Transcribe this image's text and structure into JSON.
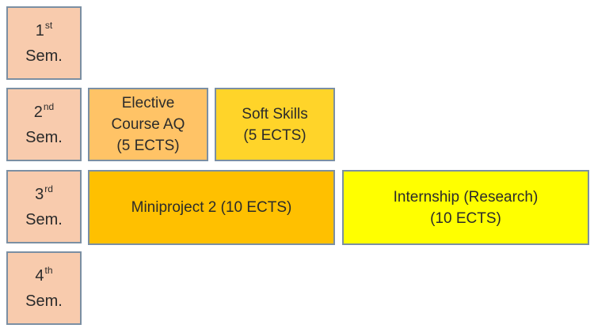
{
  "semesters": [
    {
      "number": "1",
      "suffix": "st",
      "label": "Sem."
    },
    {
      "number": "2",
      "suffix": "nd",
      "label": "Sem."
    },
    {
      "number": "3",
      "suffix": "rd",
      "label": "Sem."
    },
    {
      "number": "4",
      "suffix": "th",
      "label": "Sem."
    }
  ],
  "courses": {
    "elective": {
      "lines": [
        "Elective",
        "Course AQ",
        "(5 ECTS)"
      ]
    },
    "soft_skills": {
      "lines": [
        "Soft Skills",
        "(5 ECTS)"
      ]
    },
    "miniproject": {
      "lines": [
        "Miniproject 2 (10 ECTS)"
      ]
    },
    "internship": {
      "lines": [
        "Internship (Research)",
        "(10 ECTS)"
      ]
    }
  },
  "colors": {
    "semester_fill": "#f8cbad",
    "elective_fill": "#ffc366",
    "soft_skills_fill": "#ffd429",
    "miniproject_fill": "#ffc000",
    "internship_fill": "#ffff00",
    "border": "#7b8fa3"
  }
}
